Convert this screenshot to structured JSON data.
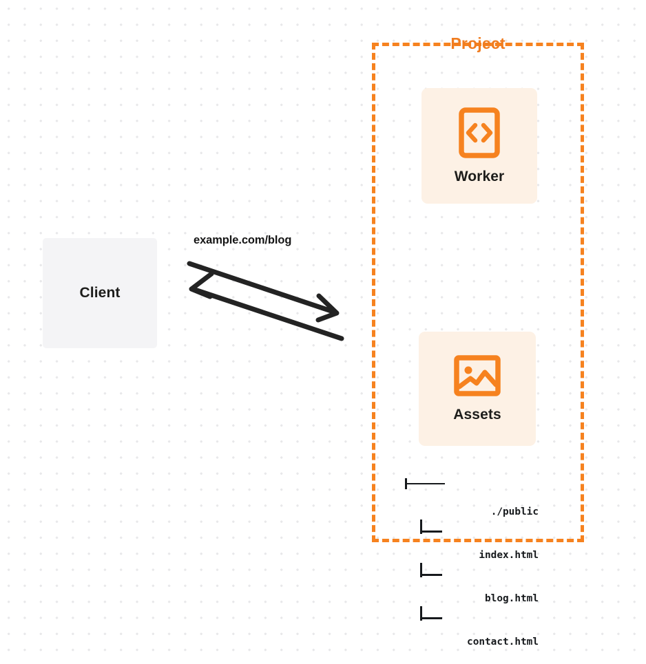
{
  "diagram": {
    "type": "architecture-flow",
    "background": {
      "pattern": "dot-grid",
      "dot_color": "#e8e8ea",
      "page_color": "#ffffff"
    },
    "colors": {
      "accent": "#f6821f",
      "accent_title": "#f07c1f",
      "card_fill": "#fdf1e5",
      "client_fill": "#f4f4f6",
      "text": "#1d1d1b",
      "arrow": "#232323"
    },
    "client": {
      "label": "Client",
      "icon": "client-box"
    },
    "connection": {
      "label": "example.com/blog",
      "request_arrow": "arrow-right",
      "response_arrow": "arrow-left"
    },
    "project": {
      "title": "Project",
      "border_style": "dashed",
      "nodes": [
        {
          "label": "Worker",
          "icon": "code-file-icon"
        },
        {
          "label": "Assets",
          "icon": "image-icon"
        }
      ]
    },
    "file_tree": {
      "root": "./public",
      "children": [
        "index.html",
        "blog.html",
        "contact.html"
      ]
    }
  }
}
